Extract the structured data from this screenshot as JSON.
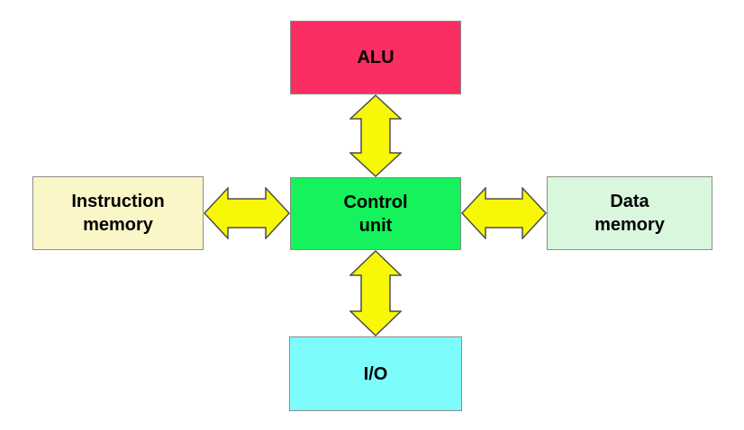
{
  "diagram": {
    "type": "block-diagram",
    "subject": "CPU architecture",
    "boxes": {
      "alu": {
        "label": "ALU"
      },
      "instruction_memory": {
        "label": "Instruction\nmemory"
      },
      "control_unit": {
        "label": "Control\nunit"
      },
      "data_memory": {
        "label": "Data\nmemory"
      },
      "io": {
        "label": "I/O"
      }
    },
    "connections": [
      {
        "from": "control_unit",
        "to": "alu",
        "style": "double-headed-arrow"
      },
      {
        "from": "control_unit",
        "to": "instruction_memory",
        "style": "double-headed-arrow"
      },
      {
        "from": "control_unit",
        "to": "data_memory",
        "style": "double-headed-arrow"
      },
      {
        "from": "control_unit",
        "to": "io",
        "style": "double-headed-arrow"
      }
    ]
  },
  "colors": {
    "alu": "#fa2e62",
    "instruction_memory": "#faf6c8",
    "control_unit": "#15f25c",
    "data_memory": "#d9f7dd",
    "io": "#7dfcfc",
    "arrow_fill": "#f8f806",
    "arrow_stroke": "#4d4d4d",
    "box_border": "#8c8c8c"
  }
}
